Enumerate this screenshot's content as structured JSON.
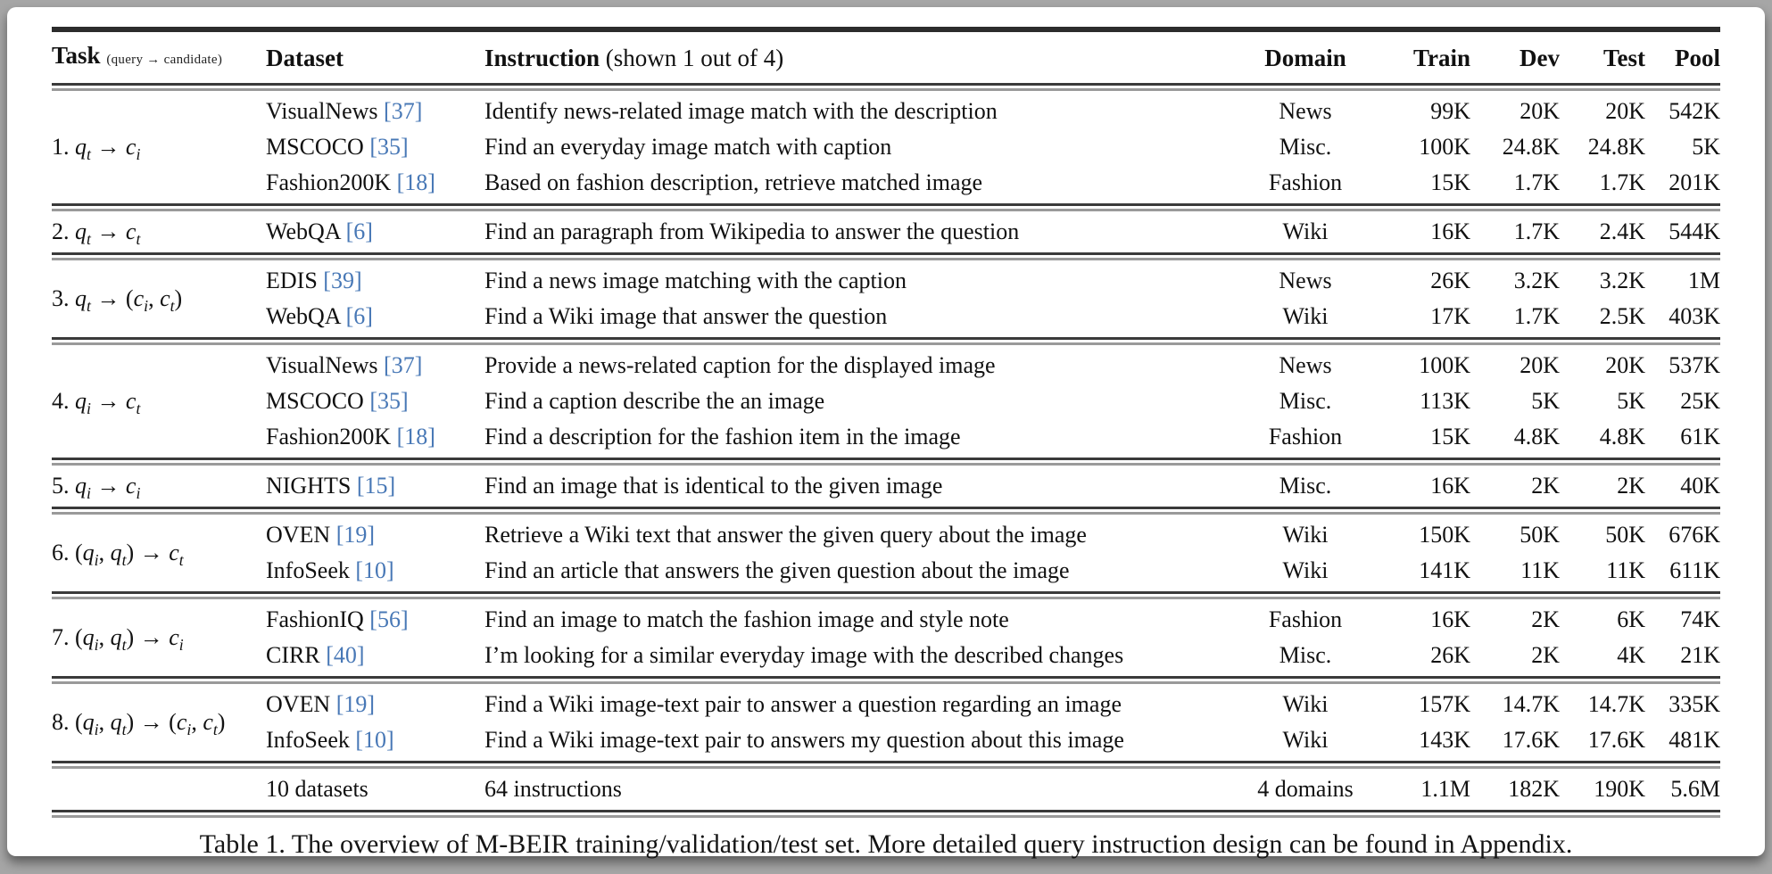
{
  "page": {
    "caption": "Table 1. The overview of M-BEIR training/validation/test set. More detailed query instruction design can be found in Appendix."
  },
  "colors": {
    "citation_link": "#4878b6",
    "rule_dark": "#3a3a3a",
    "rule_light": "#9a9a9a",
    "page_background": "#ffffff",
    "surround_background": "#a6a6a6"
  },
  "table": {
    "header": {
      "task": "Task",
      "task_sub": "(query → candidate)",
      "dataset": "Dataset",
      "instruction": "Instruction",
      "instruction_note": " (shown 1 out of 4)",
      "domain": "Domain",
      "train": "Train",
      "dev": "Dev",
      "test": "Test",
      "pool": "Pool"
    },
    "groups": [
      {
        "task": "1. q_t → c_i",
        "rows": [
          {
            "dataset": "VisualNews",
            "cite": "[37]",
            "instruction": "Identify news-related image match with the description",
            "domain": "News",
            "train": "99K",
            "dev": "20K",
            "test": "20K",
            "pool": "542K"
          },
          {
            "dataset": "MSCOCO",
            "cite": "[35]",
            "instruction": "Find an everyday image match with caption",
            "domain": "Misc.",
            "train": "100K",
            "dev": "24.8K",
            "test": "24.8K",
            "pool": "5K"
          },
          {
            "dataset": "Fashion200K",
            "cite": "[18]",
            "instruction": "Based on fashion description, retrieve matched image",
            "domain": "Fashion",
            "train": "15K",
            "dev": "1.7K",
            "test": "1.7K",
            "pool": "201K"
          }
        ]
      },
      {
        "task": "2. q_t → c_t",
        "rows": [
          {
            "dataset": "WebQA",
            "cite": "[6]",
            "instruction": "Find an paragraph from Wikipedia to answer the question",
            "domain": "Wiki",
            "train": "16K",
            "dev": "1.7K",
            "test": "2.4K",
            "pool": "544K"
          }
        ]
      },
      {
        "task": "3. q_t → (c_i, c_t)",
        "rows": [
          {
            "dataset": "EDIS",
            "cite": "[39]",
            "instruction": "Find a news image matching with the caption",
            "domain": "News",
            "train": "26K",
            "dev": "3.2K",
            "test": "3.2K",
            "pool": "1M"
          },
          {
            "dataset": "WebQA",
            "cite": "[6]",
            "instruction": "Find a Wiki image that answer the question",
            "domain": "Wiki",
            "train": "17K",
            "dev": "1.7K",
            "test": "2.5K",
            "pool": "403K"
          }
        ]
      },
      {
        "task": "4. q_i → c_t",
        "rows": [
          {
            "dataset": "VisualNews",
            "cite": "[37]",
            "instruction": "Provide a news-related caption for the displayed image",
            "domain": "News",
            "train": "100K",
            "dev": "20K",
            "test": "20K",
            "pool": "537K"
          },
          {
            "dataset": "MSCOCO",
            "cite": "[35]",
            "instruction": "Find a caption describe the an image",
            "domain": "Misc.",
            "train": "113K",
            "dev": "5K",
            "test": "5K",
            "pool": "25K"
          },
          {
            "dataset": "Fashion200K",
            "cite": "[18]",
            "instruction": "Find a description for the fashion item in the image",
            "domain": "Fashion",
            "train": "15K",
            "dev": "4.8K",
            "test": "4.8K",
            "pool": "61K"
          }
        ]
      },
      {
        "task": "5. q_i → c_i",
        "rows": [
          {
            "dataset": "NIGHTS",
            "cite": "[15]",
            "instruction": "Find an image that is identical to the given image",
            "domain": "Misc.",
            "train": "16K",
            "dev": "2K",
            "test": "2K",
            "pool": "40K"
          }
        ]
      },
      {
        "task": "6. (q_i, q_t) → c_t",
        "rows": [
          {
            "dataset": "OVEN",
            "cite": "[19]",
            "instruction": "Retrieve a Wiki text that answer the given query about the image",
            "domain": "Wiki",
            "train": "150K",
            "dev": "50K",
            "test": "50K",
            "pool": "676K"
          },
          {
            "dataset": "InfoSeek",
            "cite": "[10]",
            "instruction": "Find an article that answers the given question about the image",
            "domain": "Wiki",
            "train": "141K",
            "dev": "11K",
            "test": "11K",
            "pool": "611K"
          }
        ]
      },
      {
        "task": "7. (q_i, q_t) → c_i",
        "rows": [
          {
            "dataset": "FashionIQ",
            "cite": "[56]",
            "instruction": "Find an image to match the fashion image and style note",
            "domain": "Fashion",
            "train": "16K",
            "dev": "2K",
            "test": "6K",
            "pool": "74K"
          },
          {
            "dataset": "CIRR",
            "cite": "[40]",
            "instruction": "I’m looking for a similar everyday image with the described changes",
            "domain": "Misc.",
            "train": "26K",
            "dev": "2K",
            "test": "4K",
            "pool": "21K"
          }
        ]
      },
      {
        "task": "8. (q_i, q_t) → (c_i, c_t)",
        "rows": [
          {
            "dataset": "OVEN",
            "cite": "[19]",
            "instruction": "Find a Wiki image-text pair to answer a question regarding an image",
            "domain": "Wiki",
            "train": "157K",
            "dev": "14.7K",
            "test": "14.7K",
            "pool": "335K"
          },
          {
            "dataset": "InfoSeek",
            "cite": "[10]",
            "instruction": "Find a Wiki image-text pair to answers my question about this image",
            "domain": "Wiki",
            "train": "143K",
            "dev": "17.6K",
            "test": "17.6K",
            "pool": "481K"
          }
        ]
      }
    ],
    "totals": {
      "datasets": "10 datasets",
      "instructions": "64 instructions",
      "domains": "4 domains",
      "train": "1.1M",
      "dev": "182K",
      "test": "190K",
      "pool": "5.6M"
    }
  }
}
